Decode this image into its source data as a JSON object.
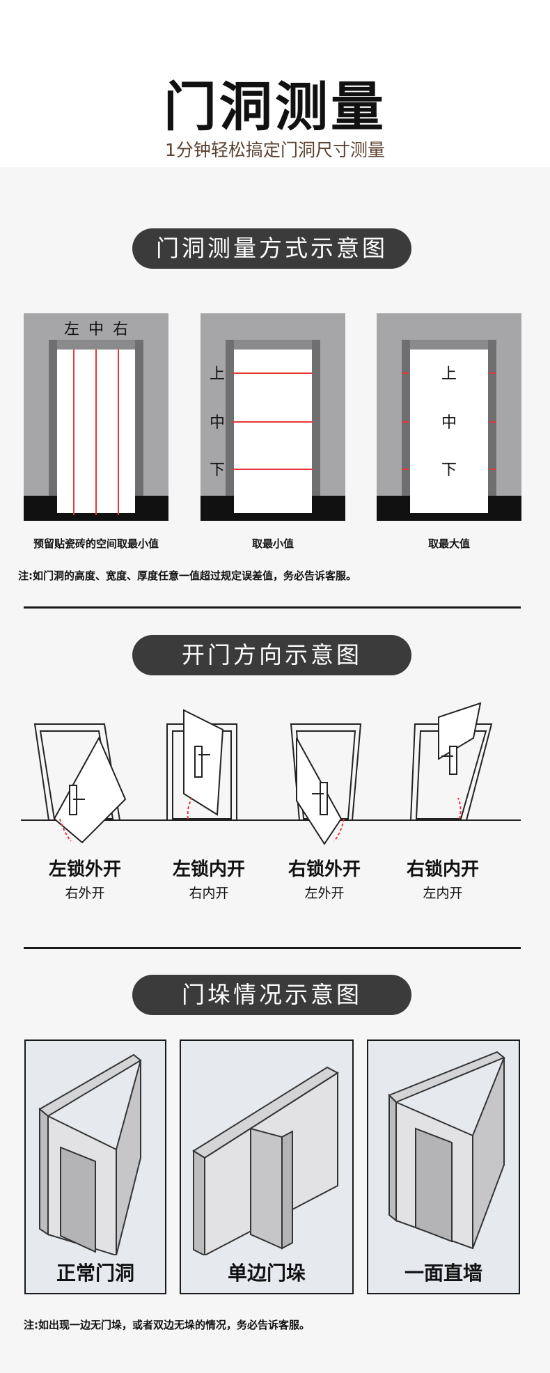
{
  "header": {
    "title": "门洞测量",
    "subtitle": "1分钟轻松搞定门洞尺寸测量"
  },
  "section1": {
    "title": "门洞测量方式示意图",
    "diagrams": [
      {
        "labels": [
          "左",
          "中",
          "右"
        ],
        "caption": "预留贴瓷砖的空间取最小值"
      },
      {
        "labels": [
          "上",
          "中",
          "下"
        ],
        "caption": "取最小值"
      },
      {
        "labels": [
          "上",
          "中",
          "下"
        ],
        "caption": "取最大值"
      }
    ],
    "note": "注:如门洞的高度、宽度、厚度任意一值超过规定误差值，务必告诉客服。"
  },
  "section2": {
    "title": "开门方向示意图",
    "doors": [
      {
        "name": "左锁外开",
        "sub": "右外开"
      },
      {
        "name": "左锁内开",
        "sub": "右内开"
      },
      {
        "name": "右锁外开",
        "sub": "左外开"
      },
      {
        "name": "右锁内开",
        "sub": "左内开"
      }
    ]
  },
  "section3": {
    "title": "门垛情况示意图",
    "panels": [
      {
        "label": "正常门洞"
      },
      {
        "label": "单边门垛"
      },
      {
        "label": "一面直墙"
      }
    ],
    "note": "注:如出现一边无门垛，或者双边无垛的情况，务必告诉客服。"
  },
  "colors": {
    "pill": "#3b3b3b",
    "wall": "#a6a6a8",
    "frame": "#7d7d80",
    "floor": "#111111",
    "measure_line": "#e53935",
    "panel_bg": "#e6eaef"
  }
}
